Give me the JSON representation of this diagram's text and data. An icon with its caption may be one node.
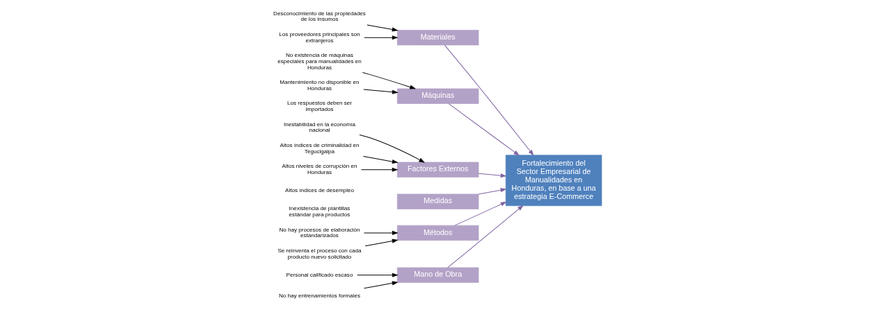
{
  "diagram": {
    "nodes": [
      {
        "text": [
          "Mano de Obra"
        ]
      },
      {
        "text": [
          "Personal calificado escaso"
        ]
      },
      {
        "text": [
          "No hay entrenamientos formales"
        ]
      },
      {
        "text": [
          "Materiales"
        ]
      },
      {
        "text": [
          "Desconocimiento de las propiedades de los insumos"
        ]
      },
      {
        "text": [
          "Los proveedores principales son extranjeros"
        ]
      },
      {
        "text": [
          "Máquinas"
        ]
      },
      {
        "text": [
          "No existencia de máquinas especiales para manualidades en Honduras"
        ]
      },
      {
        "text": [
          "Mantenimiento no disponible en Honduras"
        ]
      },
      {
        "text": [
          "Fortalecimiento del Sector Empresarial de Manualidades en Honduras, en base a una estrategia E-Commerce"
        ]
      },
      {
        "text": [
          "Inestabilidad en la economía nacional"
        ]
      },
      {
        "text": [
          "Altos índices de criminalidad en Tegucigalpa"
        ]
      },
      {
        "text": [
          "Altos niveles de corrupción en Honduras"
        ]
      },
      {
        "text": [
          "No hay procesos de elaboración estandarizados"
        ]
      },
      {
        "text": [
          "Se reinventa el proceso con cada producto nuevo solicitado"
        ]
      },
      {
        "text": [
          "Factores Externos"
        ]
      },
      {
        "text": [
          "Medidas"
        ]
      },
      {
        "text": [
          "Métodos"
        ]
      }
    ],
    "edges": [
      {
        "from": 1,
        "to": 0,
        "arrow": "to"
      },
      {
        "from": 2,
        "to": 0,
        "arrow": "to"
      },
      {
        "from": 4,
        "to": 3,
        "arrow": "to"
      },
      {
        "from": 5,
        "to": 3,
        "arrow": "to"
      },
      {
        "from": 7,
        "to": 6,
        "arrow": "to"
      },
      {
        "from": 8,
        "to": 6,
        "arrow": "to"
      },
      {
        "from": 10,
        "to": 15,
        "arrow": "to"
      },
      {
        "from": 11,
        "to": 15,
        "arrow": "to"
      },
      {
        "from": 12,
        "to": 15,
        "arrow": "to"
      },
      {
        "from": 13,
        "to": 17,
        "arrow": "to"
      },
      {
        "from": 14,
        "to": 17,
        "arrow": "to"
      },
      {
        "from": 0,
        "to": 9,
        "arrow": "to",
        "color": "#8064a2"
      },
      {
        "from": 3,
        "to": 9,
        "arrow": "to",
        "color": "#8064a2"
      },
      {
        "from": 6,
        "to": 9,
        "arrow": "to",
        "color": "#8064a2"
      },
      {
        "from": 15,
        "to": 9,
        "arrow": "to",
        "color": "#8064a2"
      },
      {
        "from": 16,
        "to": 9,
        "arrow": "to",
        "color": "#8064a2"
      },
      {
        "from": 17,
        "to": 9,
        "arrow": "to",
        "color": "#8064a2"
      }
    ],
    "labels": [
      "Los respuestos deben ser importados",
      "Altos índices de desempleo",
      "Inexistencia de plantillas estándar para productos"
    ]
  }
}
